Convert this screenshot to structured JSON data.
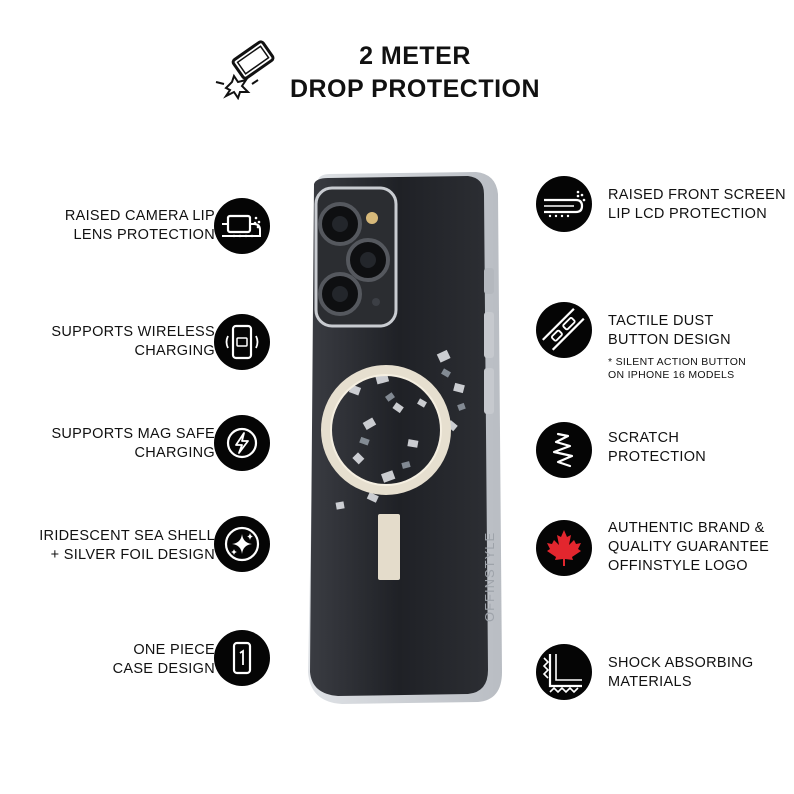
{
  "title": {
    "line1": "2 METER",
    "line2": "DROP PROTECTION"
  },
  "left_features": [
    {
      "line1": "RAISED CAMERA LIP",
      "line2": "LENS PROTECTION",
      "icon": "camera-lip-icon"
    },
    {
      "line1": "SUPPORTS WIRELESS",
      "line2": "CHARGING",
      "icon": "wireless-charging-icon"
    },
    {
      "line1": "SUPPORTS MAG SAFE",
      "line2": "CHARGING",
      "icon": "magsafe-bolt-icon"
    },
    {
      "line1": "IRIDESCENT SEA SHELL",
      "line2": "+ SILVER FOIL DESIGN",
      "icon": "sparkle-icon"
    },
    {
      "line1": "ONE PIECE",
      "line2": "CASE DESIGN",
      "icon": "one-piece-icon"
    }
  ],
  "right_features": [
    {
      "line1": "RAISED FRONT SCREEN",
      "line2": "LIP LCD PROTECTION",
      "icon": "screen-lip-icon"
    },
    {
      "line1": "TACTILE DUST",
      "line2": "BUTTON DESIGN",
      "note1": "* SILENT ACTION BUTTON",
      "note2": "ON IPHONE 16 MODELS",
      "icon": "buttons-icon"
    },
    {
      "line1": "SCRATCH",
      "line2": "PROTECTION",
      "icon": "scratch-icon"
    },
    {
      "line1": "AUTHENTIC BRAND &",
      "line2": "QUALITY GUARANTEE",
      "line3": "OFFINSTYLE LOGO",
      "icon": "maple-leaf-icon"
    },
    {
      "line1": "SHOCK ABSORBING",
      "line2": "MATERIALS",
      "icon": "shock-absorb-icon"
    }
  ],
  "phone_case": {
    "brand_text": "OFFINSTYLE"
  },
  "colors": {
    "icon_bg": "#050505",
    "maple_leaf": "#e3262e",
    "text": "#111111"
  }
}
